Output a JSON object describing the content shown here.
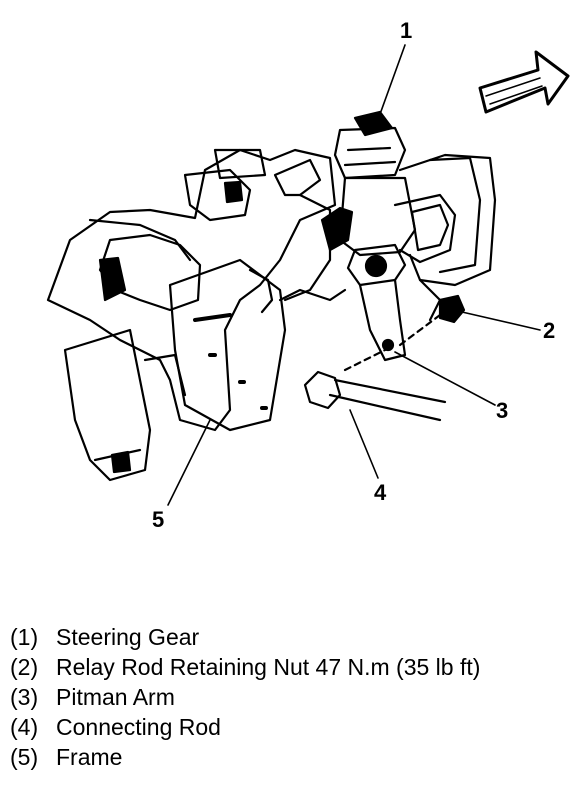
{
  "callouts": [
    "1",
    "2",
    "3",
    "4",
    "5"
  ],
  "legend": [
    {
      "num": "(1)",
      "text": "Steering Gear"
    },
    {
      "num": "(2)",
      "text": "Relay Rod Retaining Nut 47 N.m (35 lb ft)"
    },
    {
      "num": "(3)",
      "text": "Pitman Arm"
    },
    {
      "num": "(4)",
      "text": "Connecting Rod"
    },
    {
      "num": "(5)",
      "text": "Frame"
    }
  ]
}
